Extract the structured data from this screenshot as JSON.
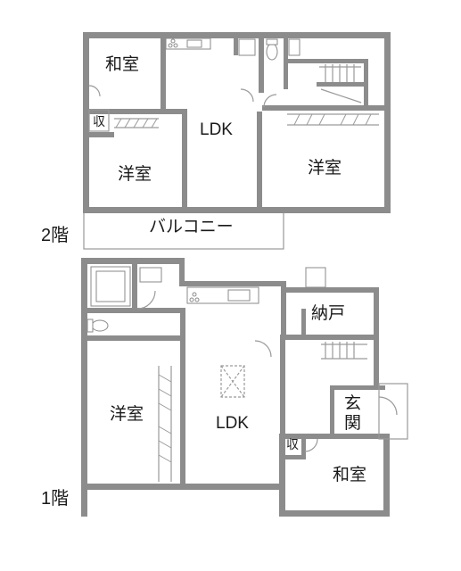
{
  "floors": {
    "second": {
      "label": "2階",
      "rooms": {
        "washitsu": "和室",
        "storage": "収",
        "ldk": "LDK",
        "youshitsu_left": "洋室",
        "youshitsu_right": "洋室",
        "balcony": "バルコニー"
      }
    },
    "first": {
      "label": "1階",
      "rooms": {
        "nando": "納戸",
        "genkan_1": "玄",
        "genkan_2": "関",
        "youshitsu": "洋室",
        "ldk": "LDK",
        "storage": "収",
        "washitsu": "和室"
      }
    }
  }
}
